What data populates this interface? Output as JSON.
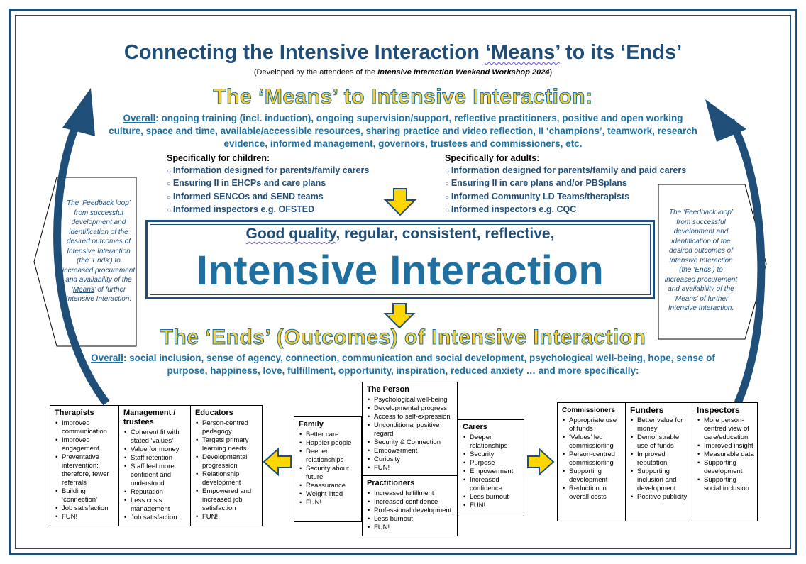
{
  "title": {
    "prefix": "Connecting the Intensive Interaction ",
    "means_word": "‘Means’",
    "suffix": " to its ‘Ends’"
  },
  "subtitle": {
    "prefix": "(Developed by the attendees of the ",
    "italic": "Intensive Interaction Weekend Workshop 2024",
    "suffix": ")"
  },
  "means": {
    "heading": "The ‘Means’ to Intensive Interaction:",
    "overall_label": "Overall",
    "overall_text": ": ongoing training (incl. induction), ongoing supervision/support, reflective practitioners, positive and open working culture, space and time, available/accessible resources, sharing practice and video reflection, II ‘champions’, teamwork, research evidence, informed management, governors, trustees and commissioners, etc.",
    "children": {
      "heading": "Specifically for children:",
      "items": [
        "Information designed for parents/family carers",
        "Ensuring II in EHCPs and care plans",
        "Informed SENCOs and SEND teams",
        "Informed inspectors e.g. OFSTED"
      ]
    },
    "adults": {
      "heading": "Specifically for adults:",
      "items": [
        "Information designed for parents/family and paid carers",
        "Ensuring II in care plans and/or PBSplans",
        "Informed Community LD Teams/therapists",
        "Informed inspectors e.g. CQC"
      ]
    }
  },
  "center": {
    "good_quality": "Good quality",
    "descriptor_rest": ", regular, consistent, reflective,",
    "main": "Intensive Interaction"
  },
  "ends": {
    "heading": "The ‘Ends’ (Outcomes) of Intensive Interaction",
    "overall_label": "Overall",
    "overall_text": ": social inclusion, sense of agency, connection, communication and social development, psychological well-being, hope, sense of purpose, happiness, love, fulfillment, opportunity, inspiration, reduced anxiety … and more specifically:"
  },
  "feedback": {
    "left": {
      "before": "The ‘Feedback loop’ from successful development and identification of the desired outcomes of Intensive Interaction (the ‘Ends’) to increased procurement and availability of the ‘",
      "link": "Means",
      "after": "’ of further Intensive Interaction."
    },
    "right": {
      "before": "The ‘Feedback loop’ from successful development and identification of the desired outcomes of Intensive Interaction (the ‘Ends’) to increased procurement and availability of the ‘",
      "link": "Means",
      "after": "’ of further Intensive Interaction."
    }
  },
  "groups": {
    "therapists": {
      "title": "Therapists",
      "items": [
        "Improved communication",
        "Improved engagement",
        "Preventative intervention: therefore, fewer referrals",
        "Building ‘connection’",
        "Job satisfaction",
        "FUN!"
      ]
    },
    "management": {
      "title": "Management / trustees",
      "items": [
        "Coherent fit with stated ‘values’",
        "Value for money",
        "Staff retention",
        "Staff feel more confident and understood",
        "Reputation",
        "Less crisis management",
        "Job satisfaction"
      ]
    },
    "educators": {
      "title": "Educators",
      "items": [
        "Person-centred pedagogy",
        "Targets primary learning needs",
        "Developmental progression",
        "Relationship development",
        "Empowered and increased job satisfaction",
        "FUN!"
      ]
    },
    "family": {
      "title": "Family",
      "items": [
        "Better care",
        "Happier people",
        "Deeper relationships",
        "Security about future",
        "Reassurance",
        "Weight lifted",
        "FUN!"
      ]
    },
    "person": {
      "title": "The Person",
      "items": [
        "Psychological well-being",
        "Developmental progress",
        "Access to self-expression",
        "Unconditional positive regard",
        "Security & Connection",
        "Empowerment",
        "Curiosity",
        "FUN!"
      ]
    },
    "practitioners": {
      "title": "Practitioners",
      "items": [
        "Increased fulfillment",
        "Increased confidence",
        "Professional development",
        "Less burnout",
        "FUN!"
      ]
    },
    "carers": {
      "title": "Carers",
      "items": [
        "Deeper relationships",
        "Security",
        "Purpose",
        "Empowerment",
        "Increased confidence",
        "Less burnout",
        "FUN!"
      ]
    },
    "commissioners": {
      "title": "Commissioners",
      "items": [
        "Appropriate use of funds",
        "‘Values’ led commissioning",
        "Person-centred commissioning",
        "Supporting development",
        "Reduction in overall costs"
      ]
    },
    "funders": {
      "title": "Funders",
      "items": [
        "Better value for money",
        "Demonstrable use of funds",
        "Improved reputation",
        "Supporting inclusion and development",
        "Positive publicity"
      ]
    },
    "inspectors": {
      "title": "Inspectors",
      "items": [
        "More person-centred view of care/education",
        "Improved insight",
        "Measurable data",
        "Supporting development",
        "Supporting social inclusion"
      ]
    }
  },
  "colors": {
    "dark_blue": "#1f4e79",
    "mid_blue": "#1f6fa0",
    "yellow": "#ffd700",
    "heading_yellow": "#f4d03f"
  },
  "icons": [
    "down-arrow-icon",
    "left-arrow-icon",
    "right-arrow-icon",
    "curved-arrow-icon",
    "feedback-chevron-icon"
  ]
}
